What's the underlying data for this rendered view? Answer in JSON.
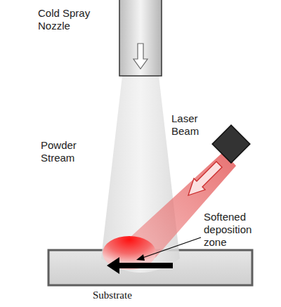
{
  "diagram": {
    "labels": [
      "Cold Spray Nozzle",
      "Laser Beam",
      "Powder Stream",
      "Softened deposition zone",
      "Substrate"
    ]
  }
}
